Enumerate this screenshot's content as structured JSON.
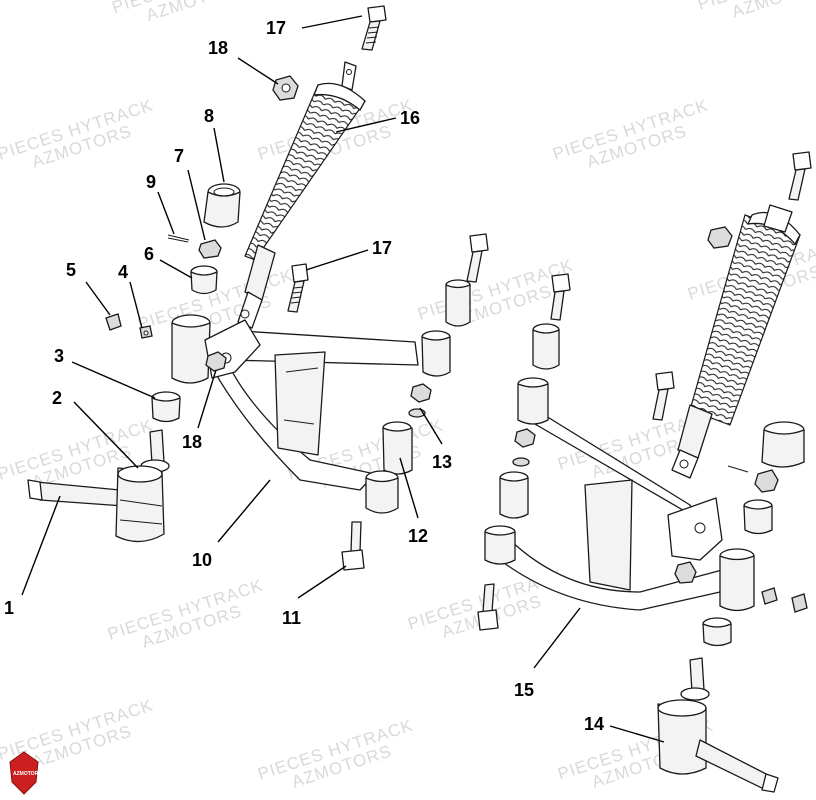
{
  "watermark": {
    "line1": "PIECES HYTRACK",
    "line2": "AZMOTORS"
  },
  "logo": {
    "text": "AZMOTORS",
    "color": "#cc1f1f"
  },
  "callouts": [
    {
      "id": "c1",
      "label": "1"
    },
    {
      "id": "c2",
      "label": "2"
    },
    {
      "id": "c3",
      "label": "3"
    },
    {
      "id": "c4",
      "label": "4"
    },
    {
      "id": "c5",
      "label": "5"
    },
    {
      "id": "c6",
      "label": "6"
    },
    {
      "id": "c7",
      "label": "7"
    },
    {
      "id": "c8",
      "label": "8"
    },
    {
      "id": "c9",
      "label": "9"
    },
    {
      "id": "c10",
      "label": "10"
    },
    {
      "id": "c11",
      "label": "11"
    },
    {
      "id": "c12",
      "label": "12"
    },
    {
      "id": "c13",
      "label": "13"
    },
    {
      "id": "c14",
      "label": "14"
    },
    {
      "id": "c15",
      "label": "15"
    },
    {
      "id": "c16",
      "label": "16"
    },
    {
      "id": "c17a",
      "label": "17"
    },
    {
      "id": "c17b",
      "label": "17"
    },
    {
      "id": "c18a",
      "label": "18"
    },
    {
      "id": "c18b",
      "label": "18"
    }
  ]
}
